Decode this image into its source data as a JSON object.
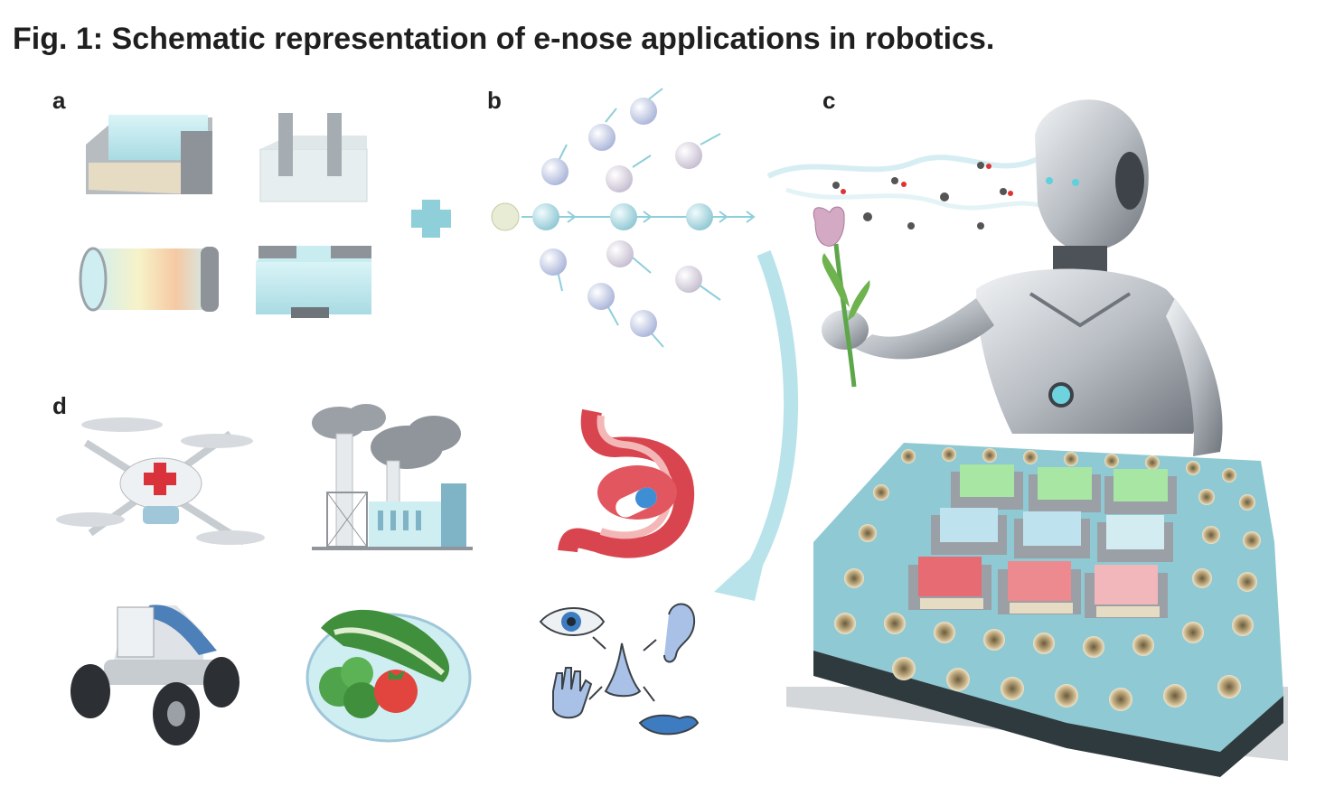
{
  "figure": {
    "caption": "Fig. 1: Schematic representation of e-nose applications in robotics.",
    "panels": {
      "a": "a",
      "b": "b",
      "c": "c",
      "d": "d"
    }
  },
  "colors": {
    "accent_cyan": "#8ecfd9",
    "sensor_blue": "#cfeef2",
    "platform_teal": "#8fc9d3",
    "sensor_green": "#a8e6a3",
    "sensor_light_blue": "#bfe3ee",
    "sensor_red": "#e66b72",
    "stomach_red": "#d9454f",
    "robot_silver": "#c9cdd2"
  },
  "icons": [
    "chip-sensor-icon",
    "pellet-sensor-icon",
    "tube-sensor-icon",
    "transistor-sensor-icon",
    "plus-icon",
    "molecule-diffusion-icon",
    "curved-arrow-icon",
    "robot-icon",
    "tulip-icon",
    "sensor-array-icon",
    "drone-icon",
    "factory-icon",
    "stomach-icon",
    "rover-icon",
    "vegetable-plate-icon",
    "senses-icon"
  ]
}
